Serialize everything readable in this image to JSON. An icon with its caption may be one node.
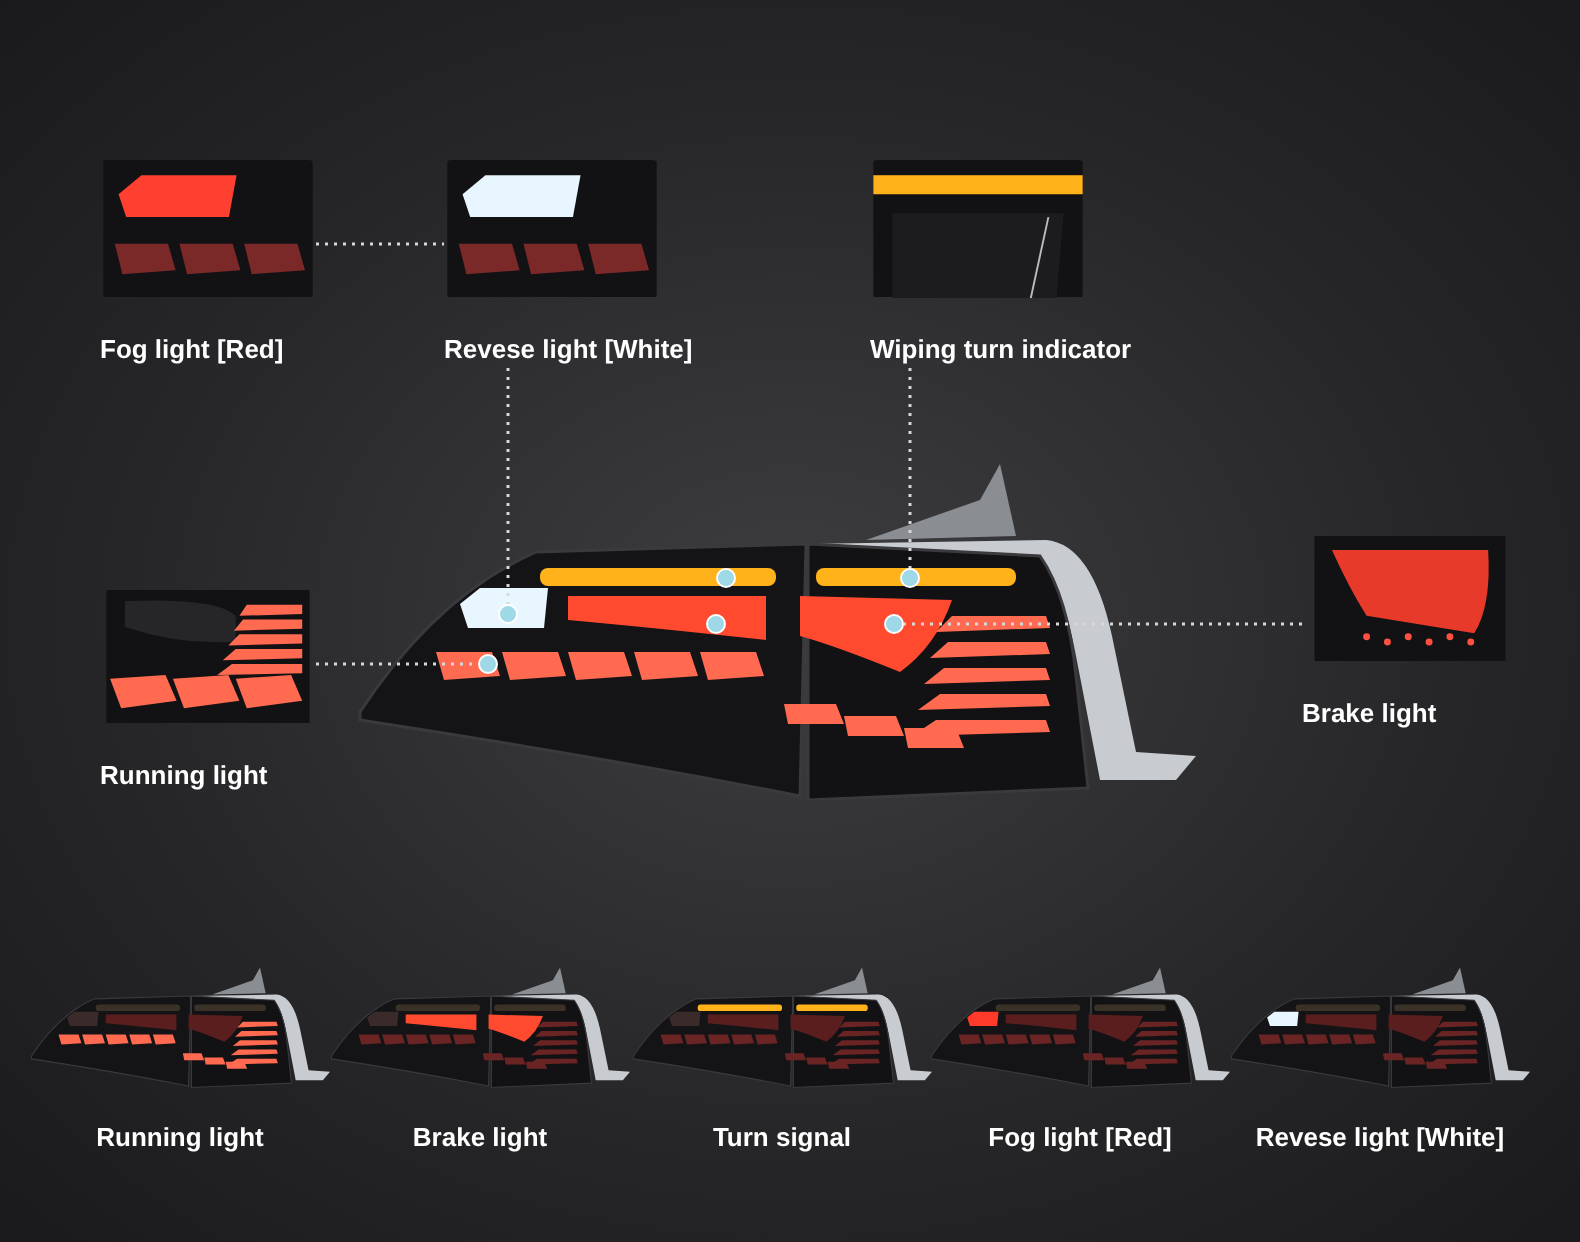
{
  "diagram": {
    "nodes": [
      {
        "text": [
          "Fog light [Red]"
        ]
      },
      {
        "text": [
          "Revese light [White]"
        ]
      },
      {
        "text": [
          "Wiping turn indicator"
        ]
      },
      {
        "text": [
          "Running light"
        ]
      },
      {
        "text": [
          "Brake light"
        ]
      },
      {
        "text": [],
        "shape": "picture"
      },
      {
        "text": [],
        "shape": "circle",
        "in": 5
      },
      {
        "text": [],
        "shape": "circle",
        "in": 5
      },
      {
        "text": [],
        "shape": "circle",
        "in": 5
      },
      {
        "text": [],
        "shape": "circle",
        "in": 5
      },
      {
        "text": [],
        "shape": "circle",
        "in": 5
      },
      {
        "text": [],
        "shape": "circle",
        "in": 5
      },
      {
        "text": [
          "Running light"
        ]
      },
      {
        "text": [
          "Brake light"
        ]
      },
      {
        "text": [
          "Turn signal"
        ]
      },
      {
        "text": [
          "Fog light [Red]"
        ]
      },
      {
        "text": [
          "Revese light [White]"
        ]
      }
    ],
    "edges": [
      {
        "from": 0,
        "to": 1,
        "arrow": "none"
      },
      {
        "from": 1,
        "to": 6,
        "arrow": "none"
      },
      {
        "from": 2,
        "to": 10,
        "arrow": "none"
      },
      {
        "from": 3,
        "to": 9,
        "arrow": "none"
      },
      {
        "from": 4,
        "to": 11,
        "arrow": "none"
      }
    ]
  }
}
